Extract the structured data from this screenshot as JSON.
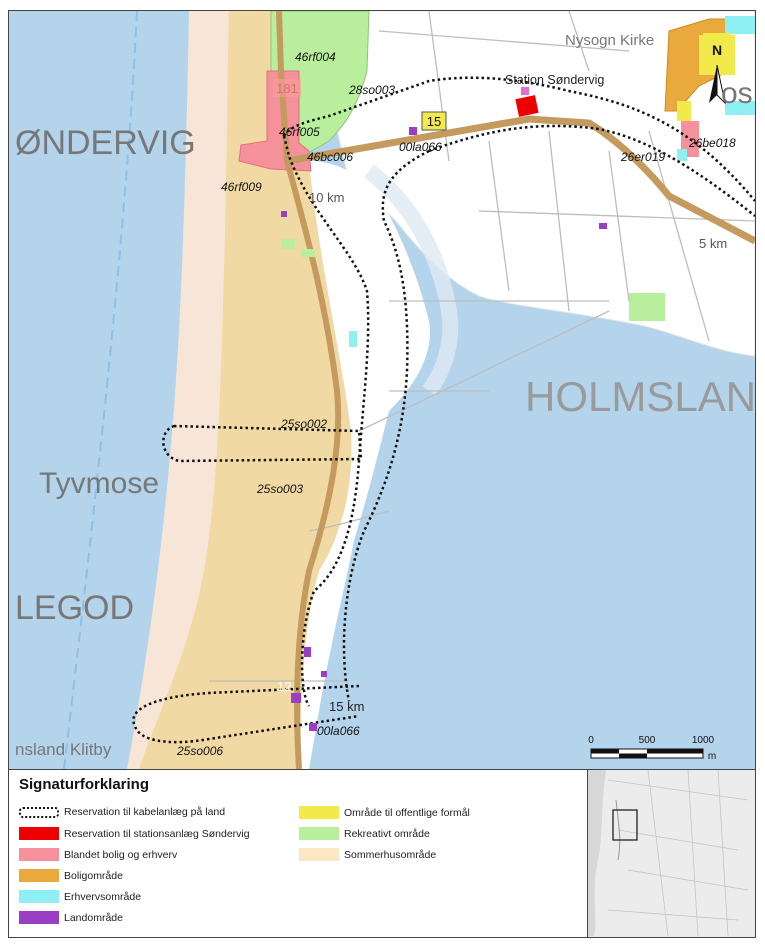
{
  "map": {
    "places": {
      "sondervig": "ØNDERVIG",
      "holmsland": "HOLMSLAN",
      "tyvmose": "Tyvmose",
      "legod": "LEGOD",
      "klitby": "nsland Klitby",
      "kirke": "Nysogn Kirke",
      "station": "Station Søndervig",
      "town_right": "os"
    },
    "roads": {
      "road_15": "15",
      "road_181": "181"
    },
    "km_markers": {
      "km5": "5 km",
      "km10": "10 km",
      "km12": "12",
      "km15": "15 km"
    },
    "plan_areas": {
      "a46rf004": "46rf004",
      "a46rf005": "46rf005",
      "a46rf009": "46rf009",
      "a28so003": "28so003",
      "a46bc006": "46bc006",
      "a00la066_north": "00la066",
      "a26be018": "26be018",
      "a26er019": "26er019",
      "a25so002": "25so002",
      "a25so003": "25so003",
      "a00la066_south": "00la066",
      "a25so006": "25so006"
    },
    "north_arrow": "N",
    "scale": {
      "ticks": [
        "0",
        "500",
        "1000"
      ],
      "unit": "m"
    }
  },
  "legend": {
    "title": "Signaturforklaring",
    "items": [
      {
        "label": "Reservation til kabelanlæg på land",
        "style": "dotted",
        "color": "#111111"
      },
      {
        "label": "Reservation til stationsanlæg Søndervig",
        "style": "fill",
        "color": "#ee0000"
      },
      {
        "label": "Blandet bolig og erhverv",
        "style": "fill",
        "color": "#f4919a"
      },
      {
        "label": "Boligområde",
        "style": "fill",
        "color": "#e9a93c"
      },
      {
        "label": "Erhvervsområde",
        "style": "fill",
        "color": "#8ff0f4"
      },
      {
        "label": "Landområde",
        "style": "fill",
        "color": "#9a3fc4"
      },
      {
        "label": "Område til offentlige formål",
        "style": "fill",
        "color": "#f2ea4a"
      },
      {
        "label": "Rekreativt område",
        "style": "fill",
        "color": "#b9ee9c"
      },
      {
        "label": "Sommerhusområde",
        "style": "fill",
        "color": "#fbe7c4"
      }
    ]
  },
  "colors": {
    "sea": "#b4d4ec",
    "land": "#ffffff",
    "summer_house": "#f1d9a3",
    "beach": "#f7e5d7",
    "road": "#c49a5f",
    "recreational": "#b9ee9c"
  }
}
